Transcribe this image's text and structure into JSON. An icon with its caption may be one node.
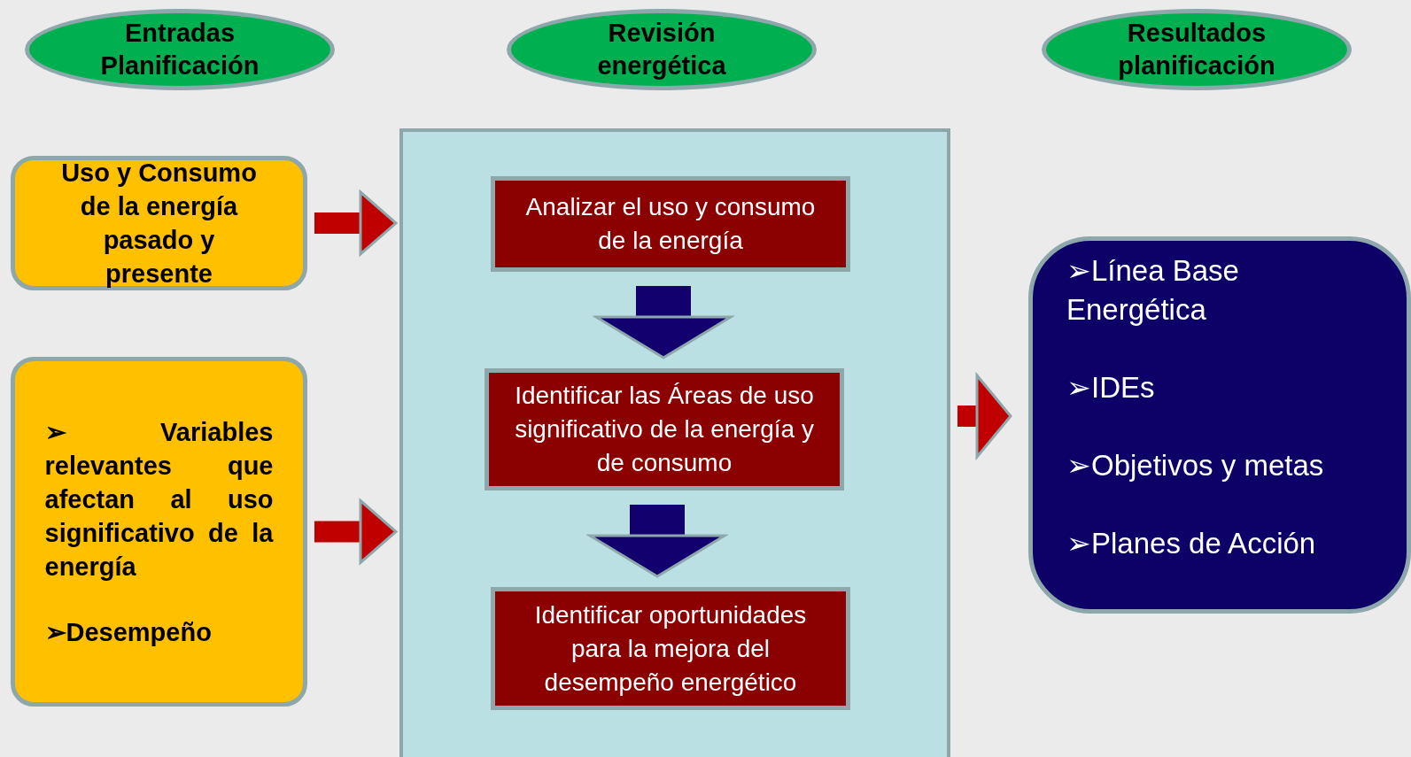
{
  "diagram": {
    "nodes": [
      {
        "text": [
          "Entradas Planificación"
        ]
      },
      {
        "text": [
          "Revisión energética"
        ]
      },
      {
        "text": [
          "Resultados planificación"
        ]
      },
      {
        "text": [
          "Uso y Consumo de la energía pasado y presente"
        ]
      },
      {
        "text": [
          "➢ Variables relevantes que afectan al uso significativo de la energía",
          "➢Desempeño"
        ]
      },
      {
        "text": [],
        "shape": "box"
      },
      {
        "text": [
          "Analizar el uso y consumo de la energía"
        ],
        "in": 5
      },
      {
        "text": [
          "Identificar las Áreas de uso significativo de la energía y de consumo"
        ],
        "in": 5
      },
      {
        "text": [
          "Identificar oportunidades para la mejora del desempeño energético"
        ],
        "in": 5
      },
      {
        "text": [
          "➢Línea Base Energética",
          "➢IDEs",
          "➢Objetivos y metas",
          "➢Planes de Acción"
        ]
      }
    ],
    "edges": [
      {
        "from": 3,
        "to": 5,
        "arrow": "to"
      },
      {
        "from": 4,
        "to": 5,
        "arrow": "to"
      },
      {
        "from": 6,
        "to": 7,
        "arrow": "to",
        "style": "thick",
        "color": "#12006e"
      },
      {
        "from": 7,
        "to": 8,
        "arrow": "to",
        "style": "thick",
        "color": "#12006e"
      },
      {
        "from": 5,
        "to": 9,
        "arrow": "to"
      }
    ]
  }
}
